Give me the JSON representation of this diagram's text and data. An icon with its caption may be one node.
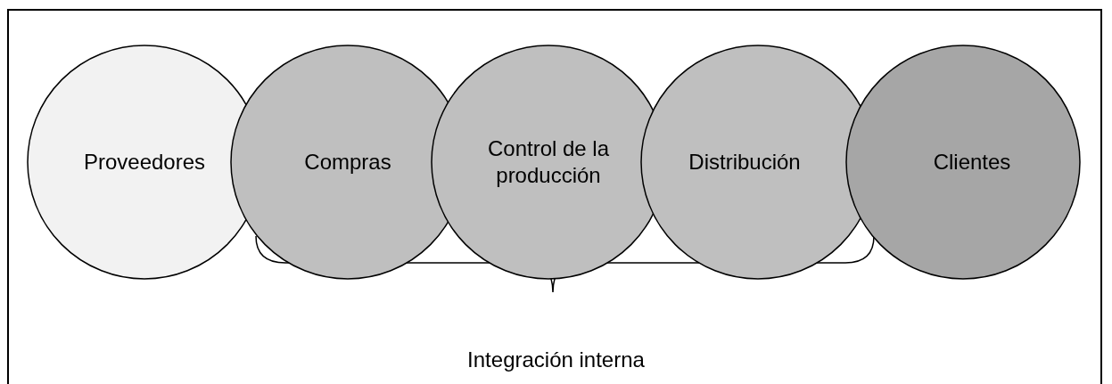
{
  "diagram": {
    "nodes": [
      {
        "text": [
          "Proveedores"
        ]
      },
      {
        "text": [
          "Compras"
        ]
      },
      {
        "text": [
          "Control de la producción"
        ]
      },
      {
        "text": [
          "Distribución"
        ]
      },
      {
        "text": [
          "Clientes"
        ]
      }
    ],
    "labels": [
      "Integración interna"
    ]
  }
}
